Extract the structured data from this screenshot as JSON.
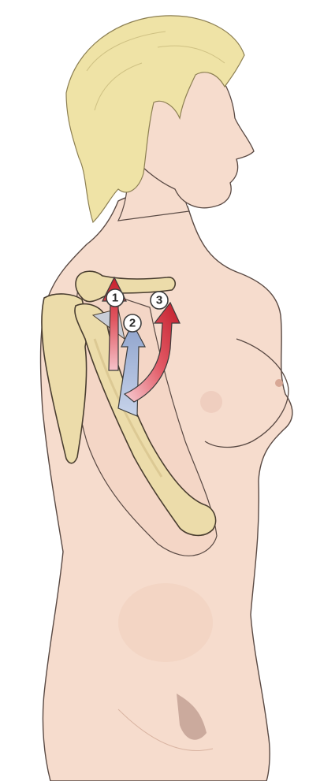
{
  "illustration": {
    "subject": "female-torso-side-view-shoulder-anatomy",
    "colors": {
      "skin": "#f6dccd",
      "skin_shadow": "#ebc6b2",
      "outline": "#5a4a44",
      "hair": "#efe3a6",
      "bone": "#ecdcaa",
      "bone_shadow": "#d5c08a",
      "arrow_red": "#d22b35",
      "arrow_pink": "#f3b3bd",
      "arrow_blue": "#9fb2d6",
      "marker_fill": "#ffffff"
    }
  },
  "markers": [
    {
      "label": "1"
    },
    {
      "label": "2"
    },
    {
      "label": "3"
    }
  ]
}
